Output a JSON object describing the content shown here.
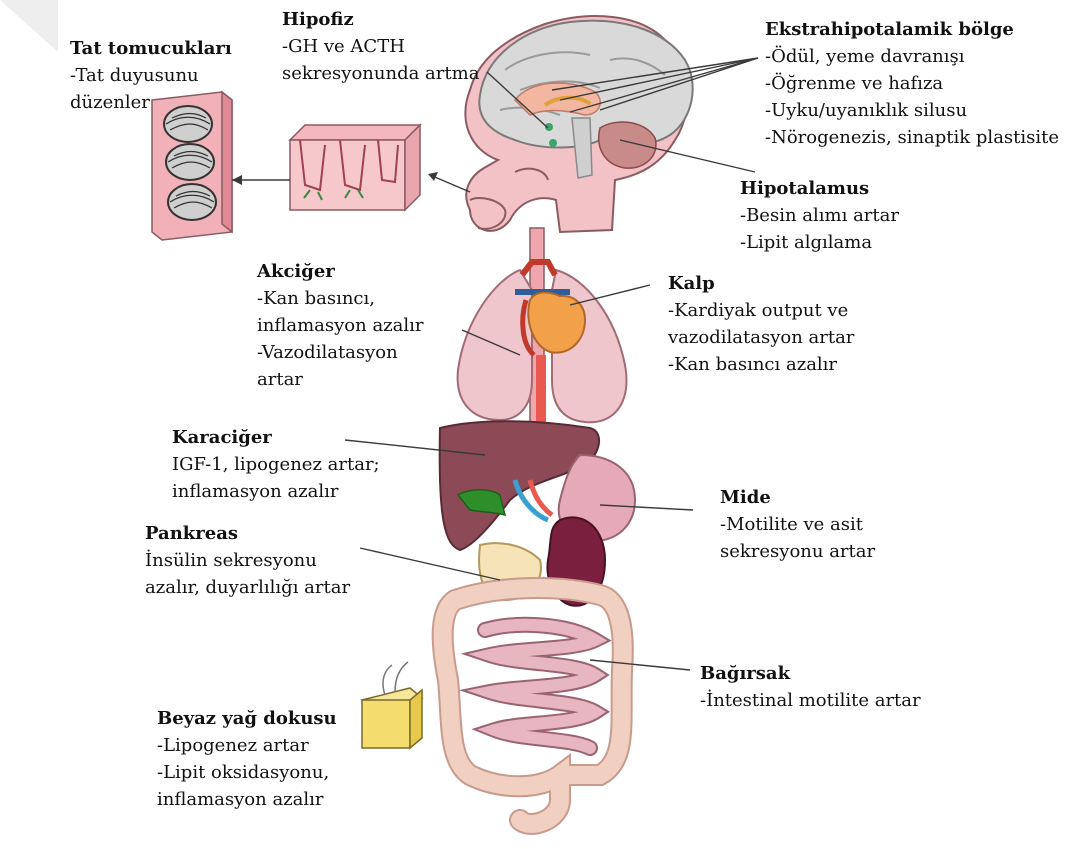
{
  "colors": {
    "skin": "#f3c2c6",
    "brain": "#d9d9d9",
    "lung": "#f0c6cd",
    "liver": "#8c4a57",
    "stomach": "#e6a9b7",
    "intestine": "#e7b6c0",
    "colon": "#f1d0c2",
    "fat": "#f4dc6e",
    "gall": "#2e8f2a",
    "kidney": "#7a1f3d",
    "heart": "#f3a04a",
    "line": "#3a3a3a"
  },
  "labels": {
    "hipofiz": {
      "title": "Hipofiz",
      "lines": [
        "-GH ve ACTH",
        "sekresyonunda artma"
      ]
    },
    "tat": {
      "title": "Tat tomucukları",
      "lines": [
        "-Tat duyusunu",
        "düzenler"
      ]
    },
    "ekstra": {
      "title": "Ekstrahipotalamik bölge",
      "lines": [
        "-Ödül, yeme davranışı",
        "-Öğrenme ve hafıza",
        "-Uyku/uyanıklık silusu",
        "-Nörogenezis, sinaptik plastisite"
      ]
    },
    "hipotalamus": {
      "title": "Hipotalamus",
      "lines": [
        "-Besin alımı artar",
        "-Lipit algılama"
      ]
    },
    "akciger": {
      "title": "Akciğer",
      "lines": [
        "-Kan basıncı,",
        "inflamasyon azalır",
        "-Vazodilatasyon",
        "artar"
      ]
    },
    "kalp": {
      "title": "Kalp",
      "lines": [
        "-Kardiyak output ve",
        "vazodilatasyon artar",
        "-Kan basıncı azalır"
      ]
    },
    "karaciger": {
      "title": "Karaciğer",
      "lines": [
        "IGF-1, lipogenez artar;",
        "inflamasyon azalır"
      ]
    },
    "mide": {
      "title": "Mide",
      "lines": [
        "-Motilite ve asit",
        "sekresyonu artar"
      ]
    },
    "pankreas": {
      "title": "Pankreas",
      "lines": [
        "İnsülin sekresyonu",
        "azalır, duyarlılığı artar"
      ]
    },
    "bagirsak": {
      "title": "Bağırsak",
      "lines": [
        "-İntestinal motilite artar"
      ]
    },
    "beyaz": {
      "title": "Beyaz yağ dokusu",
      "lines": [
        "-Lipogenez artar",
        "-Lipit oksidasyonu,",
        "inflamasyon azalır"
      ]
    }
  }
}
